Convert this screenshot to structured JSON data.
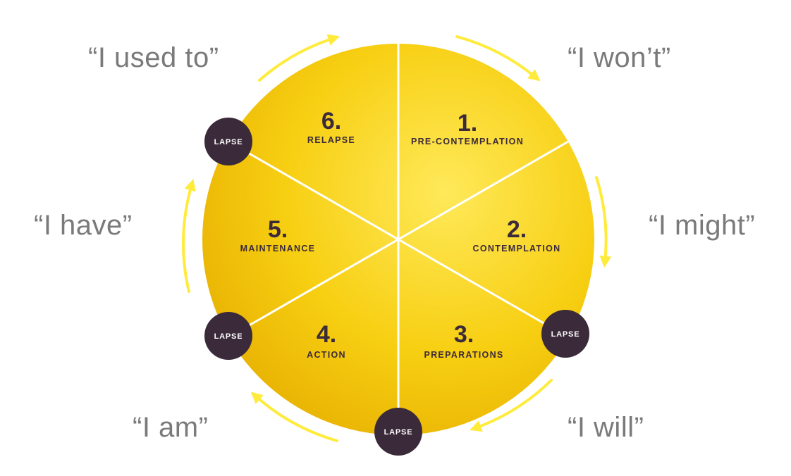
{
  "colors": {
    "wheel_light": "#ffe95a",
    "wheel_mid": "#f7cf12",
    "wheel_dark": "#e6ad00",
    "arrow": "#ffeb3b",
    "lapse_circle": "#3b2a3a",
    "divider": "#ffffff",
    "quote_text": "#7a7a7a",
    "stage_text": "#3b2a3a"
  },
  "stages": [
    {
      "number": "1.",
      "name": "PRE-CONTEMPLATION",
      "quote": "“I won’t”"
    },
    {
      "number": "2.",
      "name": "CONTEMPLATION",
      "quote": "“I might”"
    },
    {
      "number": "3.",
      "name": "PREPARATIONS",
      "quote": "“I will”"
    },
    {
      "number": "4.",
      "name": "ACTION",
      "quote": "“I am”"
    },
    {
      "number": "5.",
      "name": "MAINTENANCE",
      "quote": "“I have”"
    },
    {
      "number": "6.",
      "name": "RELAPSE",
      "quote": "“I used to”"
    }
  ],
  "lapse_label": "LAPSE",
  "arrow_icon": "curved-arrow-icon"
}
